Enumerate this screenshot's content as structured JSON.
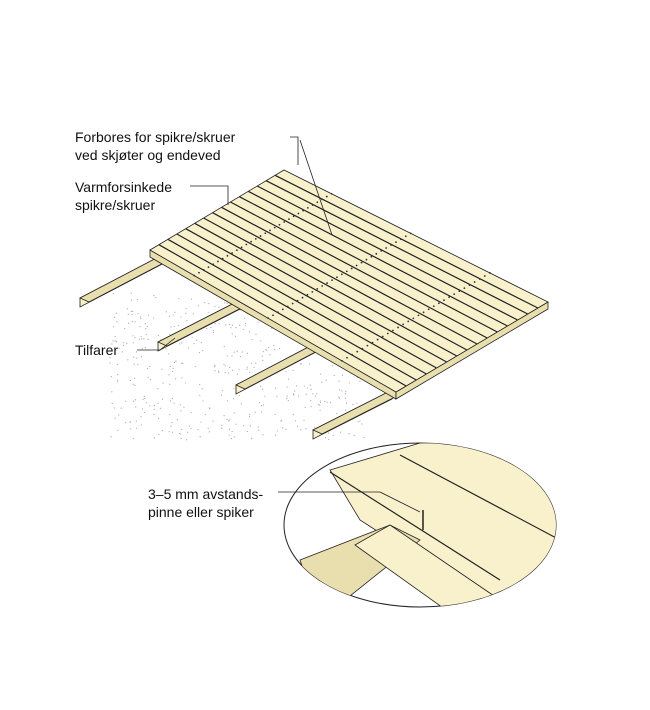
{
  "labels": {
    "predrill_line1": "Forbores for spikre/skruer",
    "predrill_line2": "ved skjøter og endeved",
    "galvanized_line1": "Varmforsinkede",
    "galvanized_line2": "spikre/skruer",
    "joists": "Tilfarer",
    "spacer_line1": "3–5 mm avstands-",
    "spacer_line2": "pinne eller spiker"
  },
  "colors": {
    "wood": "#f8f1cc",
    "wood_edge": "#e9dfae",
    "line": "#222222"
  },
  "plank_count": 15
}
